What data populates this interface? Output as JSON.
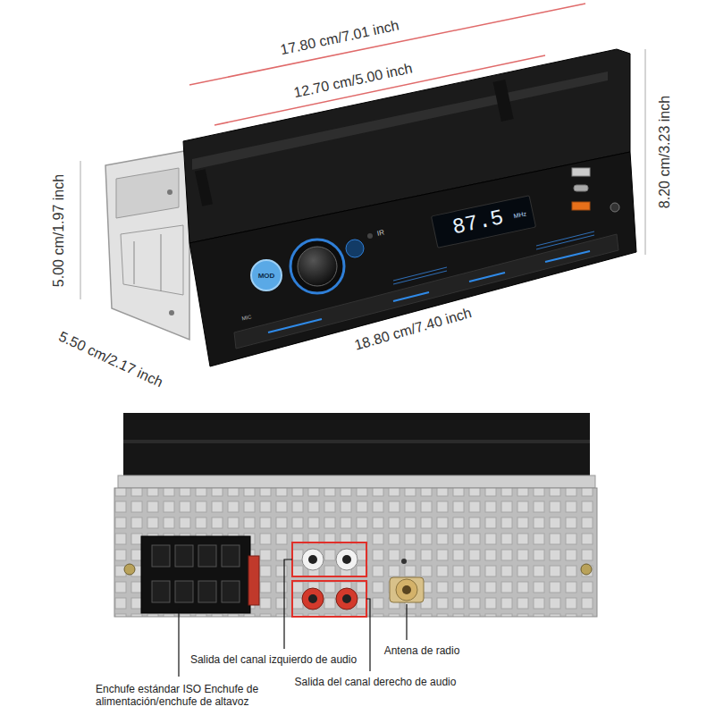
{
  "diagram": {
    "labels": [
      "17.80 cm/7.01 inch",
      "12.70 cm/5.00 inch",
      "8.20 cm/3.23 inch",
      "5.00 cm/1.97 inch",
      "5.50 cm/2.17 inch",
      "18.80 cm/7.40 inch",
      "IR",
      "87.5",
      "MHz",
      "MOD",
      "MIC",
      "Salida del canal izquierdo de audio",
      "Antena de radio",
      "Enchufe estándar ISO Enchufe de alimentación/enchufe de altavoz",
      "Salida del canal derecho de audio"
    ]
  }
}
